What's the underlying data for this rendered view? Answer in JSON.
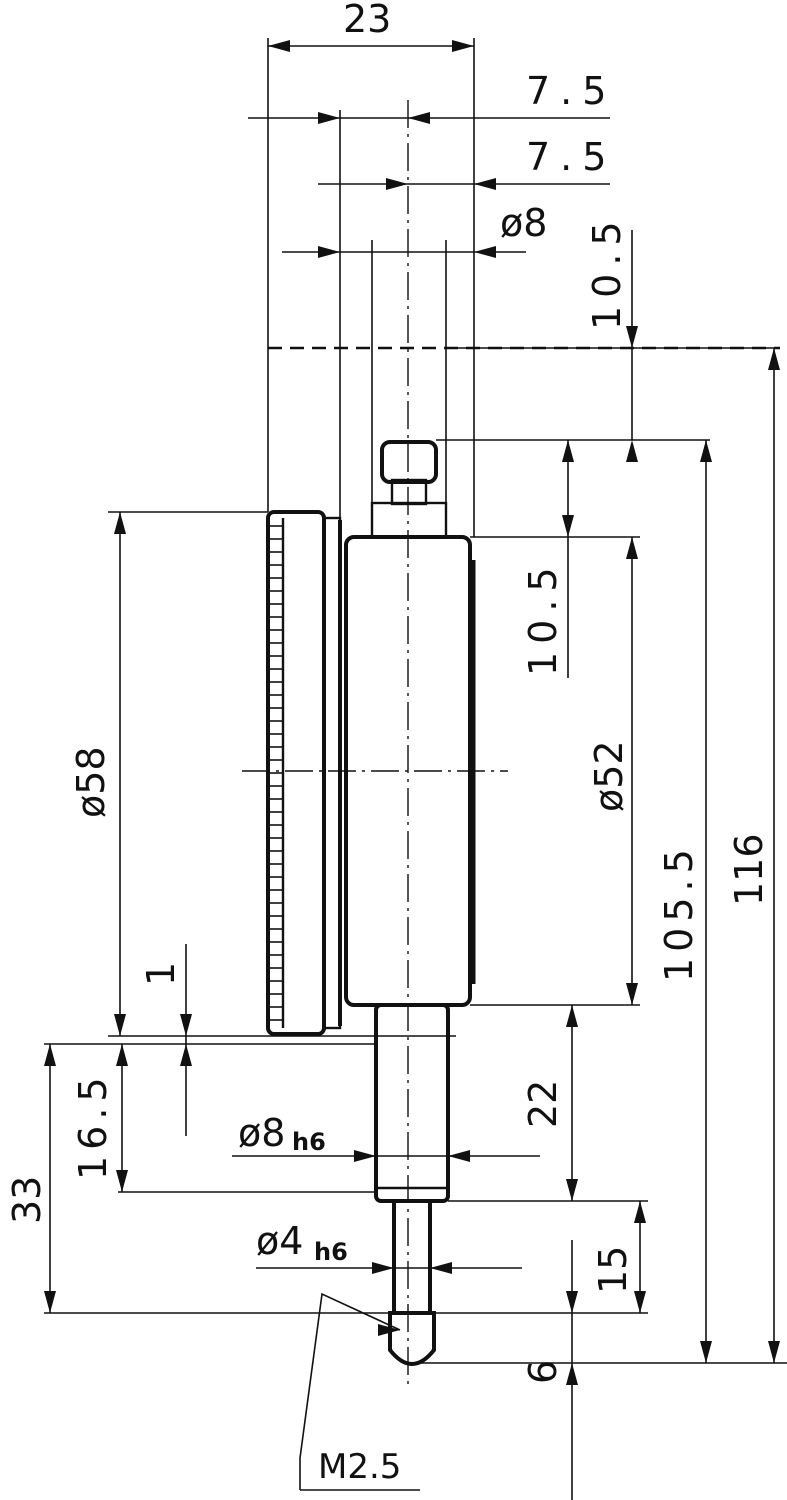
{
  "labels": {
    "width_23": "23",
    "offset_7_5_a": "7.5",
    "offset_7_5_b": "7.5",
    "stem_dia_8": "ø8",
    "cap_10_5": "10.5",
    "top_10_5": "10.5",
    "bezel_dia_58": "ø58",
    "body_dia_52": "ø52",
    "height_105_5": "105.5",
    "height_116": "116",
    "step_1": "1",
    "len_16_5": "16.5",
    "len_33": "33",
    "len_22": "22",
    "len_15": "15",
    "len_6": "6",
    "stem_h6_main": "ø8",
    "stem_h6_sub": "h6",
    "tip_h6_main": "ø4",
    "tip_h6_sub": "h6",
    "thread": "M2.5"
  }
}
